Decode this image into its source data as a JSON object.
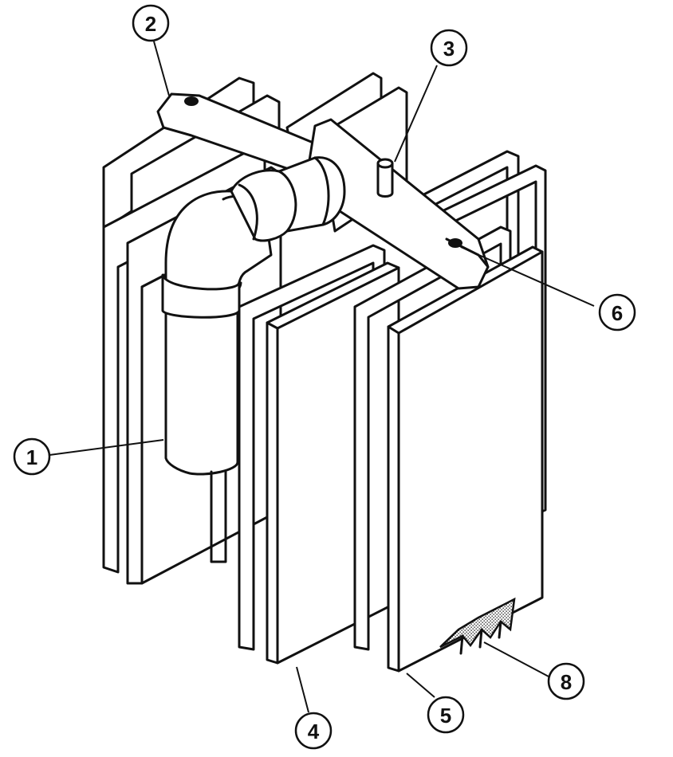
{
  "callouts": [
    {
      "id": "1",
      "label": "1"
    },
    {
      "id": "2",
      "label": "2"
    },
    {
      "id": "3",
      "label": "3"
    },
    {
      "id": "4",
      "label": "4"
    },
    {
      "id": "5",
      "label": "5"
    },
    {
      "id": "6",
      "label": "6"
    },
    {
      "id": "8",
      "label": "8"
    }
  ],
  "colors": {
    "stroke": "#111111",
    "fill": "#ffffff",
    "stipple": "#9a9a9a"
  }
}
